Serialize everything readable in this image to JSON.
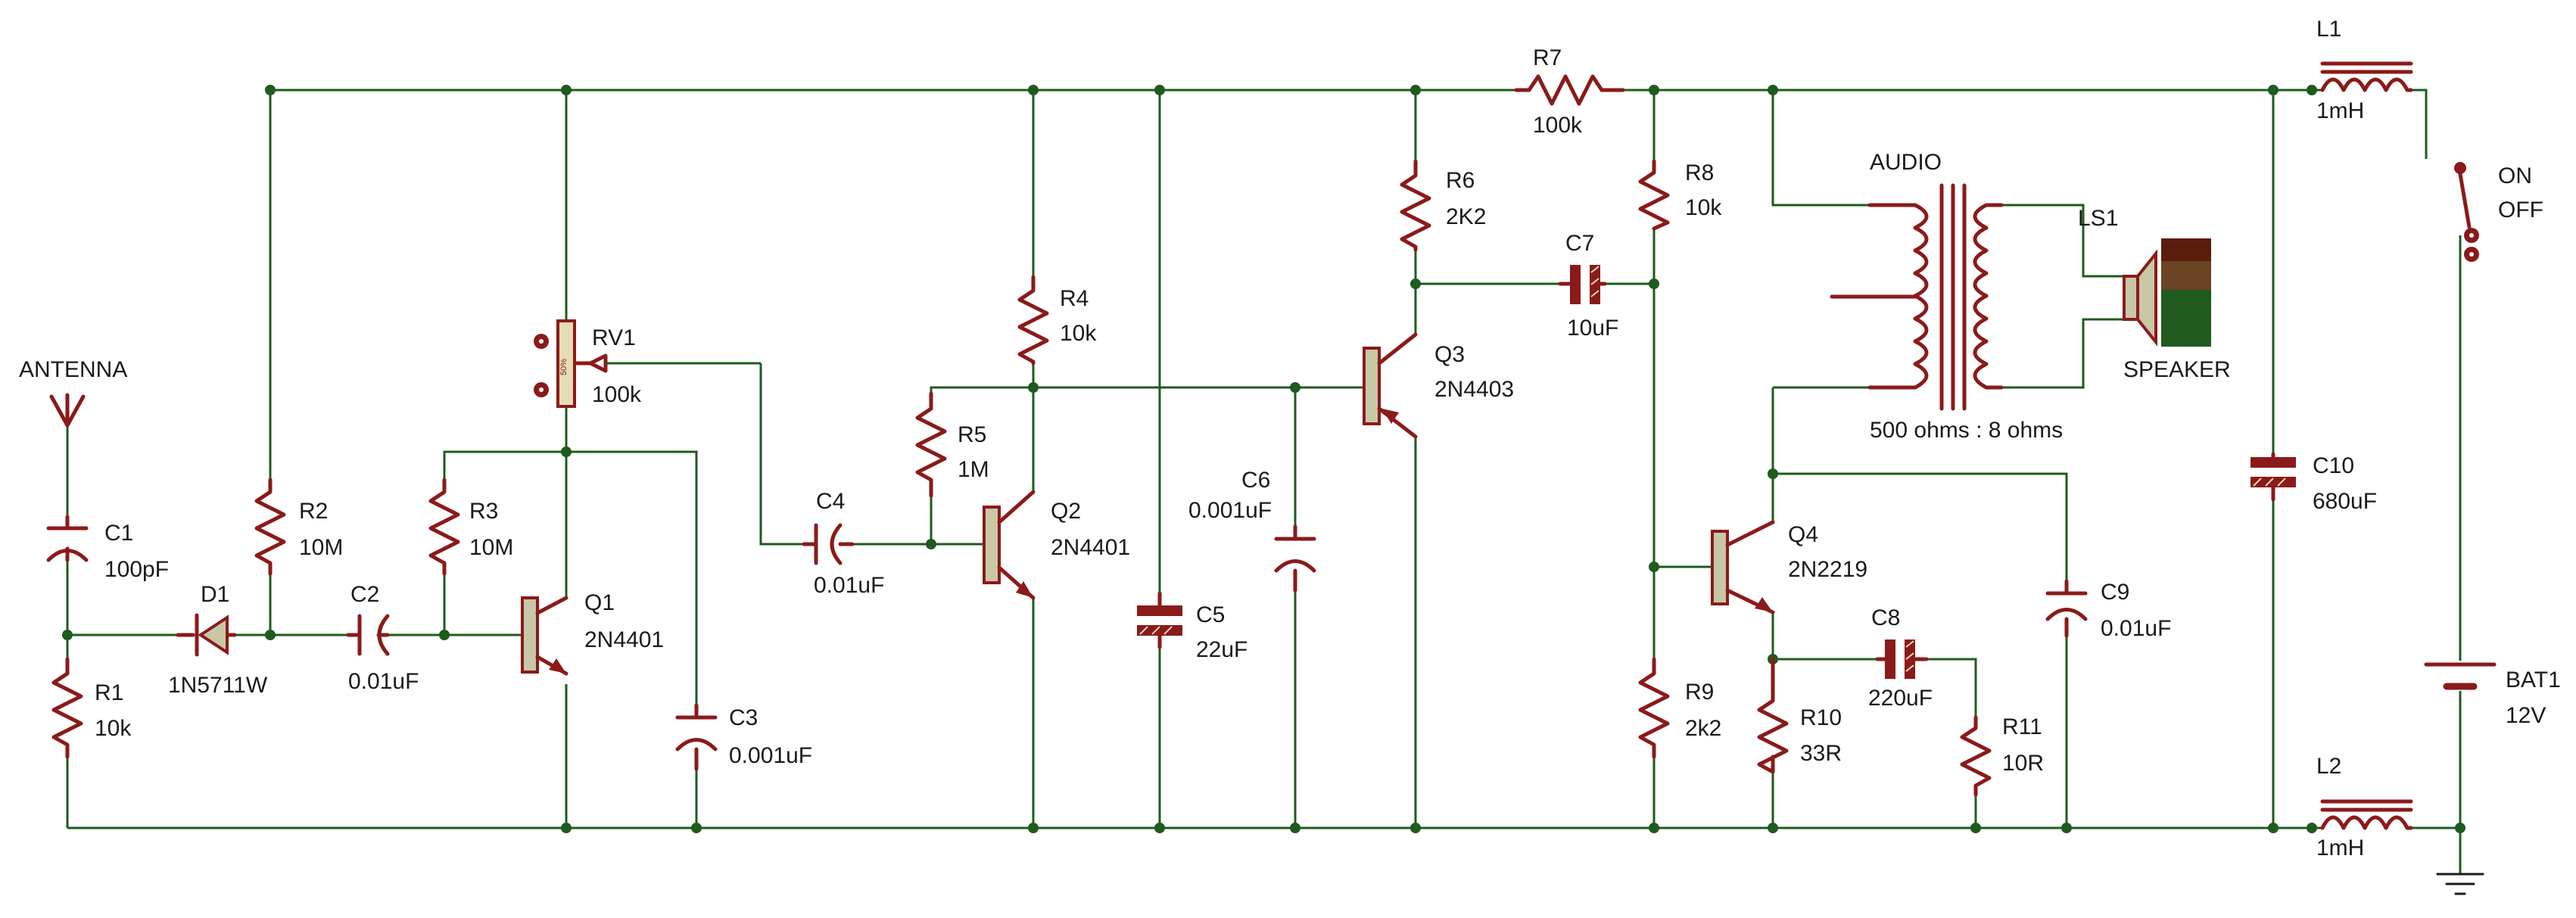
{
  "diagram": {
    "colors": {
      "wire": "#1f5a1f",
      "component": "#8b1a1a",
      "text": "#1a1a1a",
      "speaker_dark": "#5c1e0c",
      "speaker_green": "#1f5a1f"
    },
    "components": {
      "antenna": {
        "ref": "ANTENNA"
      },
      "c1": {
        "ref": "C1",
        "value": "100pF"
      },
      "r1": {
        "ref": "R1",
        "value": "10k"
      },
      "d1": {
        "ref": "D1",
        "value": "1N5711W"
      },
      "r2": {
        "ref": "R2",
        "value": "10M"
      },
      "c2": {
        "ref": "C2",
        "value": "0.01uF"
      },
      "r3": {
        "ref": "R3",
        "value": "10M"
      },
      "rv1": {
        "ref": "RV1",
        "value": "100k",
        "wiper": "50%"
      },
      "q1": {
        "ref": "Q1",
        "value": "2N4401"
      },
      "c3": {
        "ref": "C3",
        "value": "0.001uF"
      },
      "c4": {
        "ref": "C4",
        "value": "0.01uF"
      },
      "r5": {
        "ref": "R5",
        "value": "1M"
      },
      "r4": {
        "ref": "R4",
        "value": "10k"
      },
      "q2": {
        "ref": "Q2",
        "value": "2N4401"
      },
      "c5": {
        "ref": "C5",
        "value": "22uF"
      },
      "c6": {
        "ref": "C6",
        "value": "0.001uF"
      },
      "q3": {
        "ref": "Q3",
        "value": "2N4403"
      },
      "r6": {
        "ref": "R6",
        "value": "2K2"
      },
      "r7": {
        "ref": "R7",
        "value": "100k"
      },
      "c7": {
        "ref": "C7",
        "value": "10uF"
      },
      "r8": {
        "ref": "R8",
        "value": "10k"
      },
      "transformer": {
        "ref": "AUDIO",
        "value": "500 ohms : 8 ohms"
      },
      "ls1": {
        "ref": "LS1",
        "value": "SPEAKER"
      },
      "q4": {
        "ref": "Q4",
        "value": "2N2219"
      },
      "r9": {
        "ref": "R9",
        "value": "2k2"
      },
      "r10": {
        "ref": "R10",
        "value": "33R"
      },
      "c8": {
        "ref": "C8",
        "value": "220uF"
      },
      "r11": {
        "ref": "R11",
        "value": "10R"
      },
      "c9": {
        "ref": "C9",
        "value": "0.01uF"
      },
      "c10": {
        "ref": "C10",
        "value": "680uF"
      },
      "l1": {
        "ref": "L1",
        "value": "1mH"
      },
      "l2": {
        "ref": "L2",
        "value": "1mH"
      },
      "switch": {
        "on": "ON",
        "off": "OFF"
      },
      "bat1": {
        "ref": "BAT1",
        "value": "12V"
      }
    }
  }
}
